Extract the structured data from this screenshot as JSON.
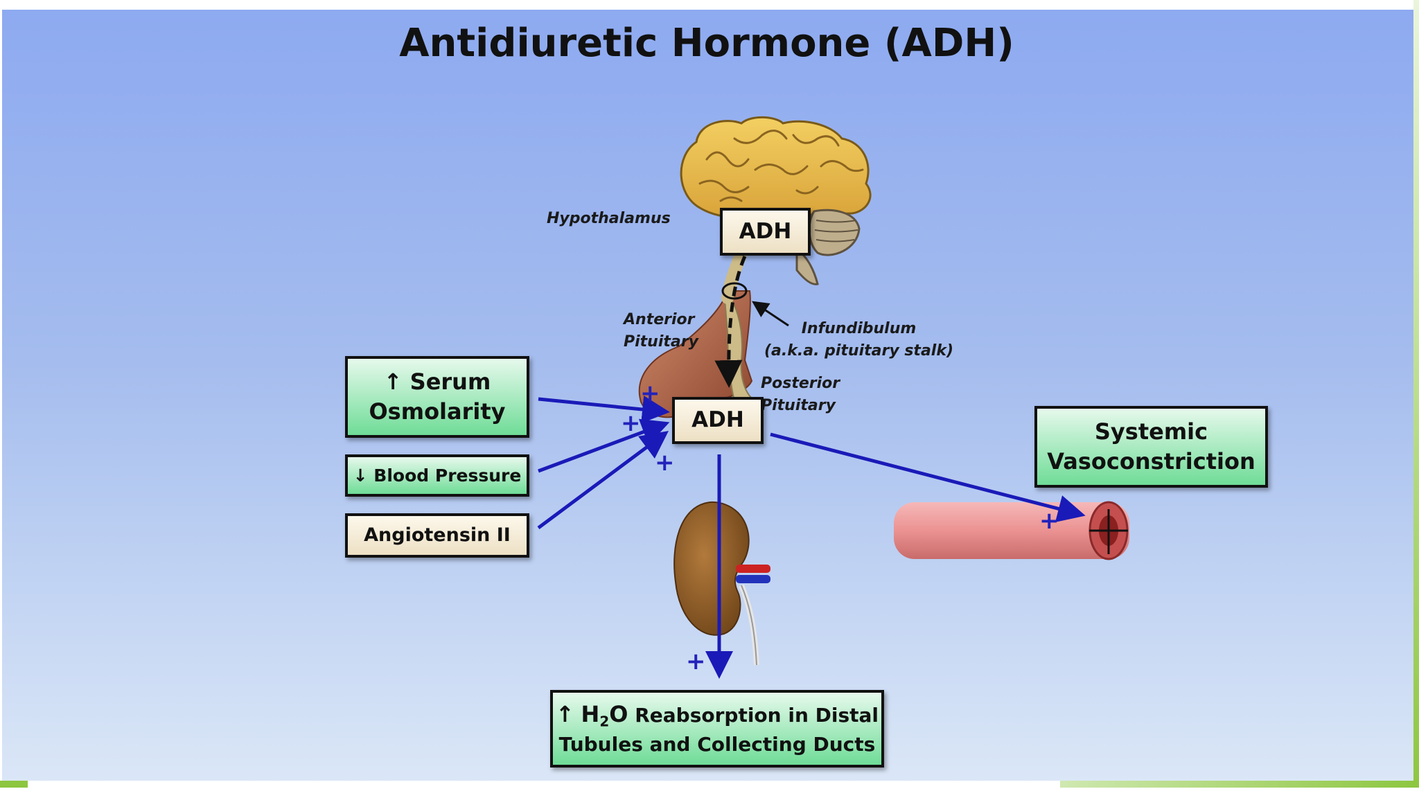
{
  "title": "Antidiuretic Hormone (ADH)",
  "labels": {
    "hypothalamus": "Hypothalamus",
    "anterior_pituitary": "Anterior\nPituitary",
    "posterior_pituitary": "Posterior\nPituitary",
    "infundibulum": "Infundibulum\n(a.k.a. pituitary stalk)"
  },
  "boxes": {
    "adh_top": "ADH",
    "adh_mid": "ADH",
    "serum_osmolarity": "↑ Serum\nOsmolarity",
    "blood_pressure": "↓ Blood Pressure",
    "angiotensin": "Angiotensin II",
    "vasoconstriction": "Systemic\nVasoconstriction",
    "reabsorption_arrow": "↑",
    "reabsorption_h": "H",
    "reabsorption_sub": "2",
    "reabsorption_o": "O",
    "reabsorption_line1_rest": "Reabsorption in Distal",
    "reabsorption_line2": "Tubules and Collecting Ducts"
  },
  "plus_sign": "+",
  "colors": {
    "arrow": "#1a1ab8",
    "plus": "#2222bb",
    "box_green": "#6fdc97",
    "box_cream": "#ede0c4",
    "brain": "#e8b844",
    "pituitary": "#b5654a",
    "vessel": "#e88a8a"
  }
}
